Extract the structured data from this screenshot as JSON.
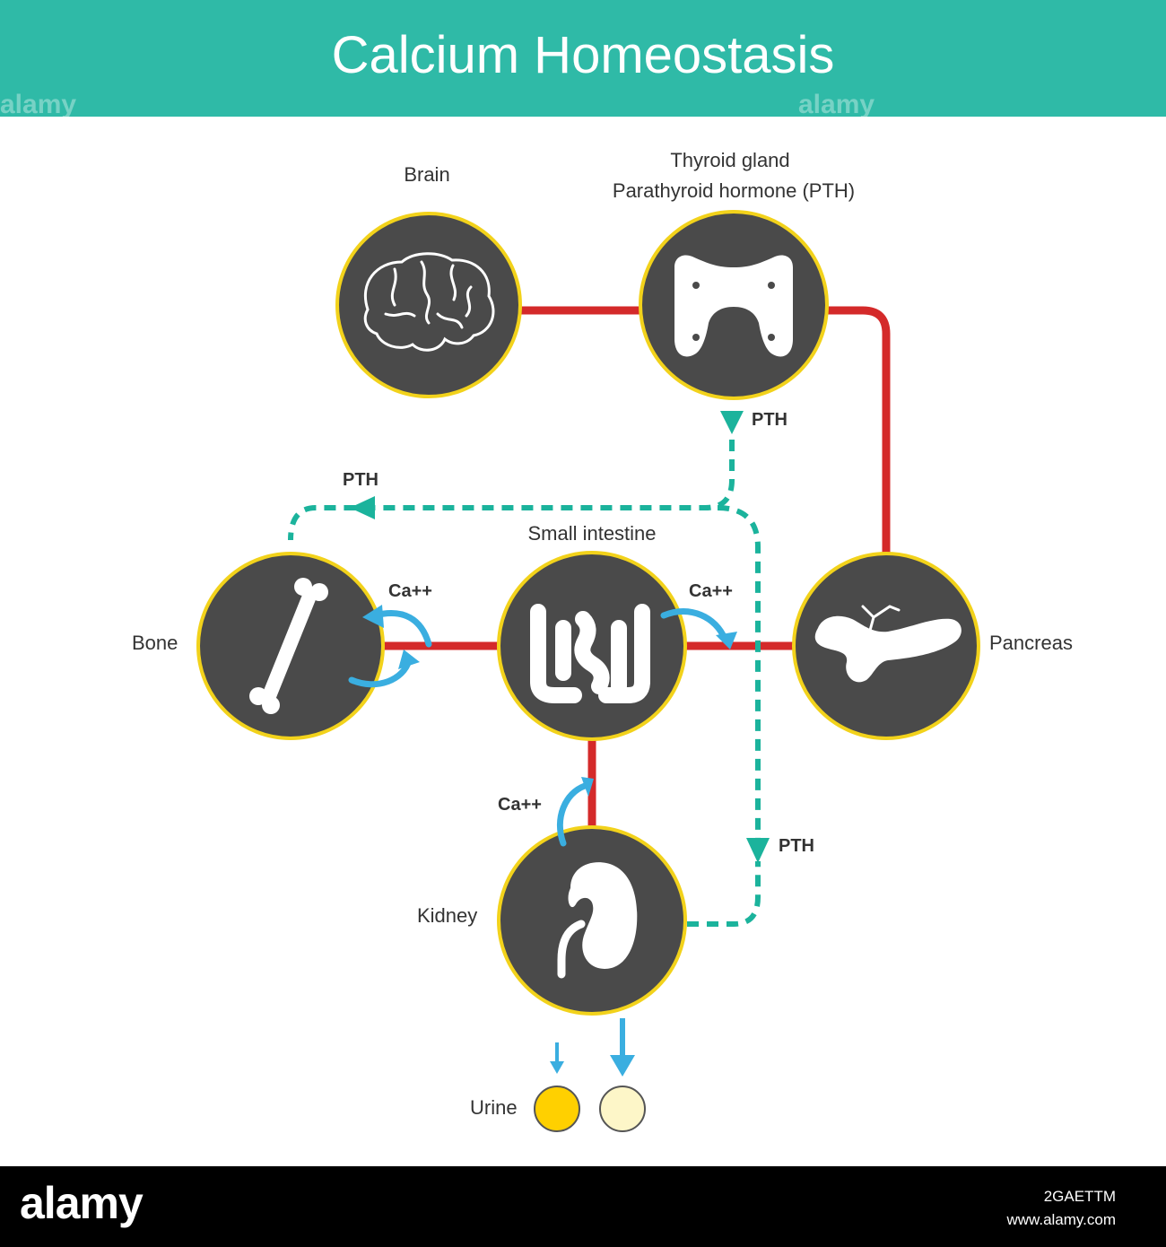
{
  "title": "Calcium Homeostasis",
  "colors": {
    "header": "#2fbaa7",
    "circle_fill": "#4a4a4a",
    "circle_ring": "#f2d21b",
    "red_line": "#d42a2a",
    "pth_dashed": "#1bb39c",
    "ca_arrow": "#3aaee0",
    "urine_dark": "#ffd000",
    "urine_light": "#fdf6c8"
  },
  "nodes": {
    "brain": {
      "label": "Brain",
      "icon": "brain-icon"
    },
    "thyroid": {
      "label_line1": "Thyroid gland",
      "label_line2": "Parathyroid hormone (PTH)",
      "icon": "thyroid-icon"
    },
    "small_intestine": {
      "label": "Small intestine",
      "icon": "intestine-icon"
    },
    "bone": {
      "label": "Bone",
      "icon": "bone-icon"
    },
    "pancreas": {
      "label": "Pancreas",
      "icon": "pancreas-icon"
    },
    "kidney": {
      "label": "Kidney",
      "icon": "kidney-icon"
    }
  },
  "flows": {
    "pth_from_thyroid": "PTH",
    "pth_to_bone": "PTH",
    "pth_to_kidney": "PTH",
    "ca_bone": "Ca++",
    "ca_intestine": "Ca++",
    "ca_kidney": "Ca++"
  },
  "urine_label": "Urine",
  "watermark": "alamy",
  "footer": {
    "logo": "alamy",
    "image_id": "2GAETTM",
    "site": "www.alamy.com"
  }
}
